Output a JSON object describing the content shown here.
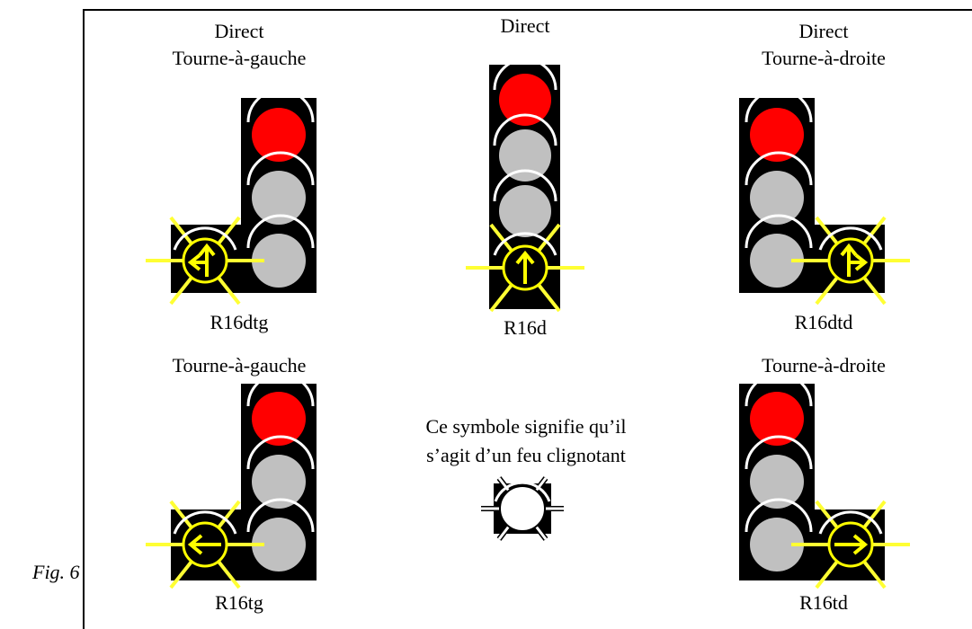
{
  "figure_label": "Fig. 6",
  "colors": {
    "housing": "#000000",
    "red_lamp": "#ff0000",
    "off_lamp": "#c0c0c0",
    "visor": "#ffffff",
    "flash_rays": "#ffff33",
    "flash_disc": "#ffff00"
  },
  "signals": [
    {
      "id": "r16dtg",
      "title_line1": "Direct",
      "title_line2": "Tourne-à-gauche",
      "code": "R16dtg",
      "arrow_icon": "straight-and-left-arrow-icon"
    },
    {
      "id": "r16d",
      "title_line1": "Direct",
      "title_line2": "",
      "code": "R16d",
      "arrow_icon": "straight-arrow-icon"
    },
    {
      "id": "r16dtd",
      "title_line1": "Direct",
      "title_line2": "Tourne-à-droite",
      "code": "R16dtd",
      "arrow_icon": "straight-and-right-arrow-icon"
    },
    {
      "id": "r16tg",
      "title_line1": "Tourne-à-gauche",
      "title_line2": "",
      "code": "R16tg",
      "arrow_icon": "left-arrow-icon"
    },
    {
      "id": "r16td",
      "title_line1": "Tourne-à-droite",
      "title_line2": "",
      "code": "R16td",
      "arrow_icon": "right-arrow-icon"
    }
  ],
  "legend": {
    "line1": "Ce symbole signifie qu’il",
    "line2": "s’agit d’un feu clignotant",
    "icon": "flashing-light-symbol-icon"
  }
}
